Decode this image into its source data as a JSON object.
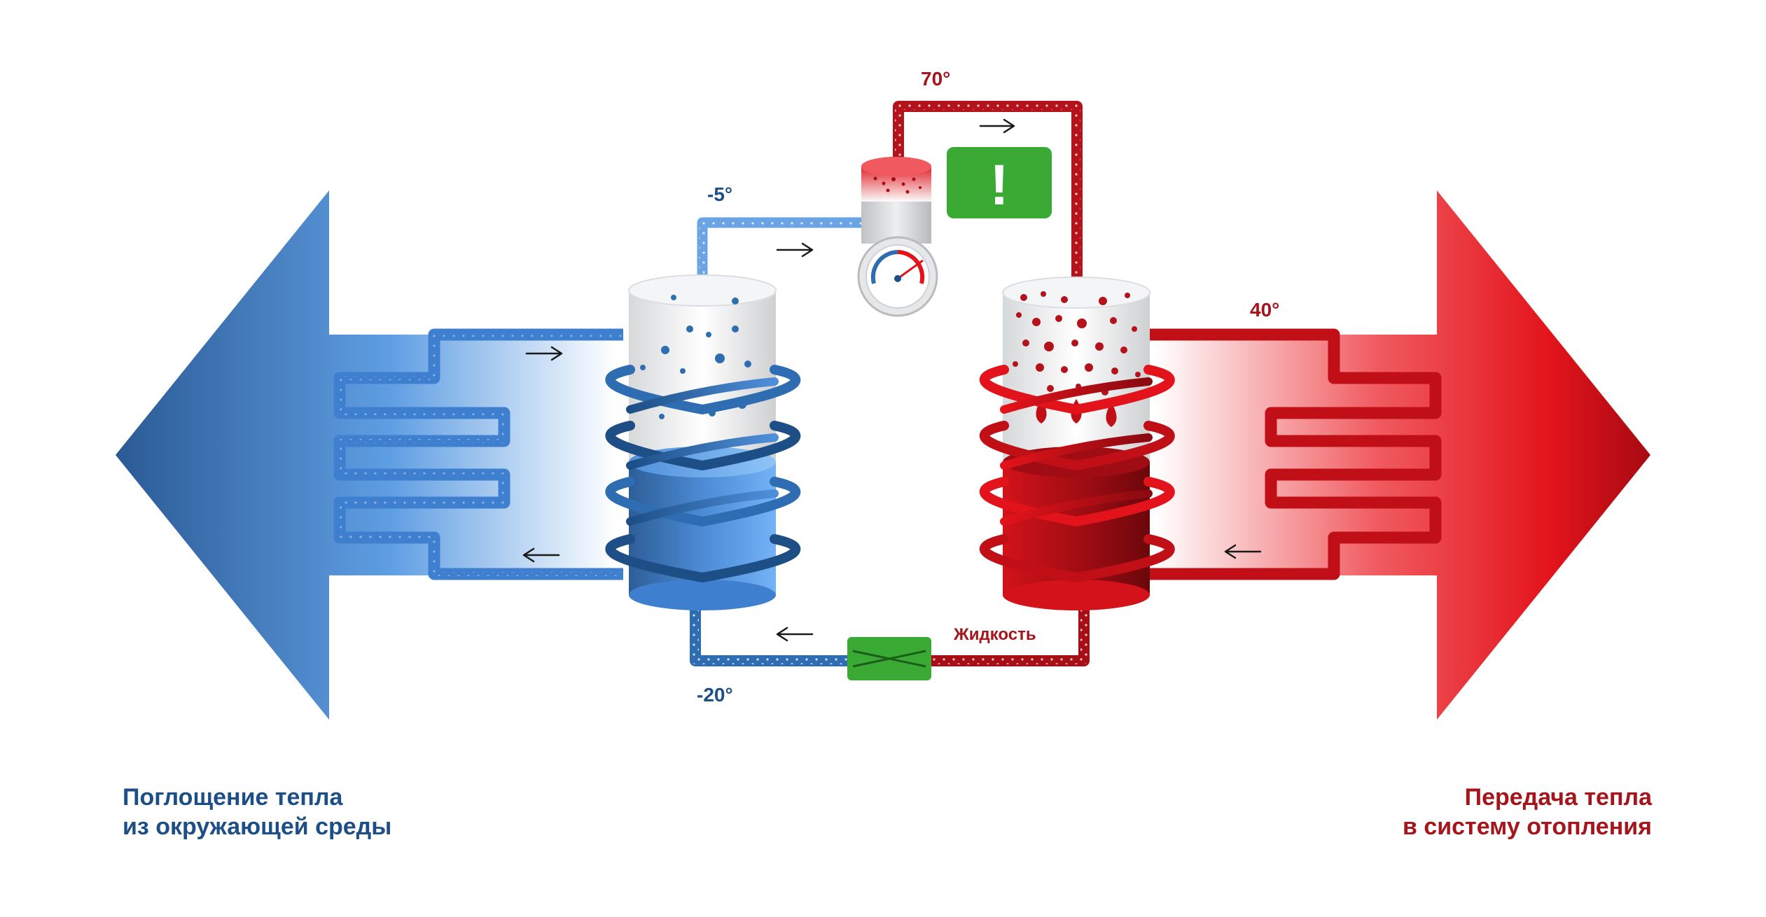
{
  "labels": {
    "temp_cold_in": "-5°",
    "temp_hot_out": "70°",
    "temp_heating": "40°",
    "temp_cold_out": "-20°",
    "liquid": "Жидкость"
  },
  "captions": {
    "left": [
      "Поглощение тепла",
      "из окружающей среды"
    ],
    "right": [
      "Передача тепла",
      "в систему отопления"
    ]
  },
  "alert_symbol": "!",
  "colors": {
    "cold_dark": "#1d4f86",
    "cold_light": "#5b9ee6",
    "hot_dark": "#7a0a10",
    "hot": "#e3131b",
    "green": "#3aaa35"
  }
}
